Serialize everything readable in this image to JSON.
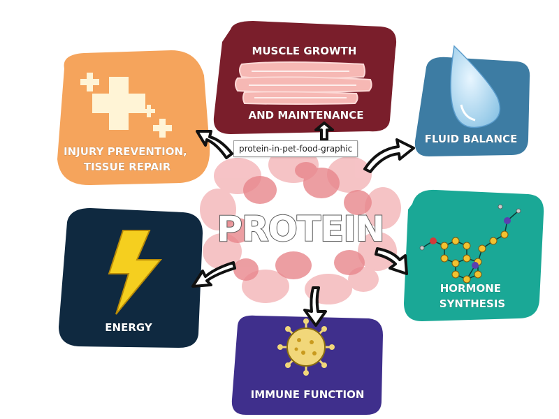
{
  "center": {
    "label": "PROTEIN"
  },
  "nodes": [
    {
      "id": "muscle",
      "lines": [
        "MUSCLE GROWTH",
        "AND MAINTENANCE"
      ],
      "color": "#7a1e2b",
      "icon": "muscle-fiber-icon"
    },
    {
      "id": "fluid",
      "lines": [
        "FLUID BALANCE"
      ],
      "color": "#3d7ca3",
      "icon": "water-drop-icon"
    },
    {
      "id": "hormone",
      "lines": [
        "HORMONE",
        "SYNTHESIS"
      ],
      "color": "#1aa896",
      "icon": "molecule-icon"
    },
    {
      "id": "immune",
      "lines": [
        "IMMUNE FUNCTION"
      ],
      "color": "#3f2f8c",
      "icon": "virus-icon"
    },
    {
      "id": "energy",
      "lines": [
        "ENERGY"
      ],
      "color": "#0f2940",
      "icon": "lightning-bolt-icon"
    },
    {
      "id": "injury",
      "lines": [
        "INJURY PREVENTION,",
        "TISSUE REPAIR"
      ],
      "color": "#f5a45c",
      "icon": "bandage-cross-icon"
    }
  ],
  "tooltip": {
    "text": "protein-in-pet-food-graphic"
  },
  "colors": {
    "protein_cluster": "#e8868c",
    "protein_cluster_light": "#f4b9bc",
    "arrow": "#111111",
    "icon_cream": "#fff4d6"
  }
}
